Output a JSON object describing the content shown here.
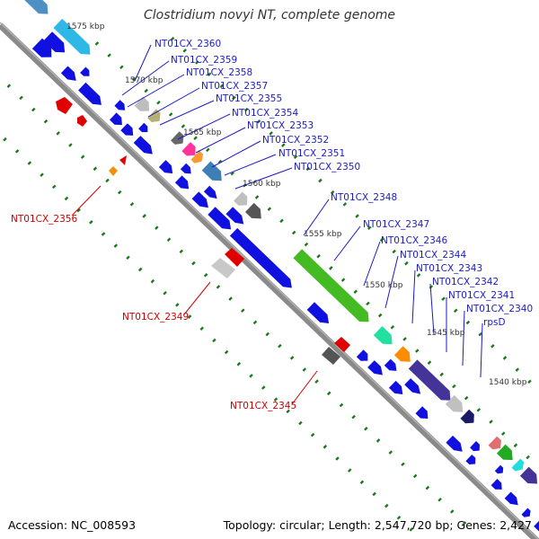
{
  "title": "Clostridium novyi NT, complete genome",
  "footer": {
    "accession": "Accession: NC_008593",
    "stats": "Topology: circular; Length: 2,547,720 bp; Genes: 2,427"
  },
  "scale_labels": [
    "1575 kbp",
    "1570 kbp",
    "1565 kbp",
    "1560 kbp",
    "1555 kbp",
    "1550 kbp",
    "1545 kbp",
    "1540 kbp"
  ],
  "gene_labels_top": [
    "NT01CX_2360",
    "NT01CX_2359",
    "NT01CX_2358",
    "NT01CX_2357",
    "NT01CX_2355",
    "NT01CX_2354",
    "NT01CX_2353",
    "NT01CX_2352",
    "NT01CX_2351",
    "NT01CX_2350",
    "NT01CX_2348",
    "NT01CX_2347",
    "NT01CX_2346",
    "NT01CX_2344",
    "NT01CX_2343",
    "NT01CX_2342",
    "NT01CX_2341",
    "NT01CX_2340",
    "rpsD"
  ],
  "gene_labels_bottom": [
    "NT01CX_2356",
    "NT01CX_2349",
    "NT01CX_2345"
  ],
  "colors": {
    "backbone": "#8a8a8a",
    "cds_forward": "#1010e0",
    "cds_reverse": "#ff0000",
    "dots": "#1a7a1a",
    "label_top": "#1a1acc",
    "label_bottom": "#cc0000"
  }
}
